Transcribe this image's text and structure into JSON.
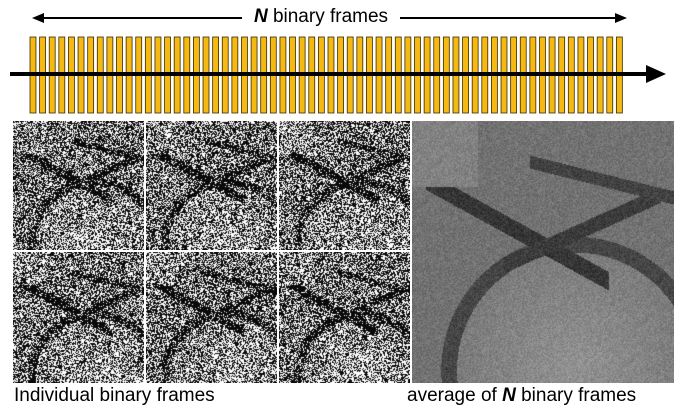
{
  "header": {
    "n_symbol": "N",
    "label_rest": " binary frames"
  },
  "timeline": {
    "frame_count": 62,
    "frame_fill": "#F5B914",
    "frame_stroke": "#3a2a00",
    "arrow_color": "#000000"
  },
  "individual_frames": {
    "rows": 2,
    "cols": 3,
    "caption": "Individual binary frames"
  },
  "average_frame": {
    "caption_prefix": "average of ",
    "n_symbol": "N",
    "caption_suffix": " binary frames"
  }
}
